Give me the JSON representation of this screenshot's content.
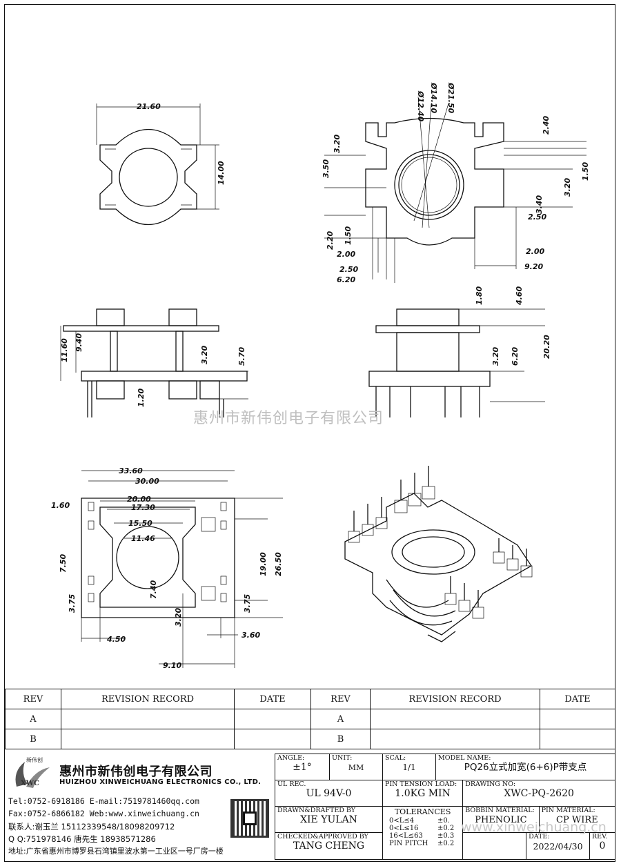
{
  "watermark": "惠州市新伟创电子有限公司",
  "site_watermark": "www.xinweichuang.cn",
  "dimensions": {
    "top_left": [
      "21.60",
      "14.00"
    ],
    "top_right": [
      "Ø12.40",
      "Ø14.10",
      "Ø21.50",
      "2.40",
      "3.50",
      "3.20",
      "1.50",
      "3.20",
      "3.40",
      "2.50",
      "2.20",
      "1.50",
      "2.00",
      "2.00",
      "2.50",
      "6.20",
      "9.20"
    ],
    "mid_left": [
      "11.60",
      "9.40",
      "3.20",
      "5.70",
      "1.20"
    ],
    "mid_right": [
      "1.80",
      "4.60",
      "3.20",
      "6.20",
      "20.20"
    ],
    "bottom_left": [
      "33.60",
      "30.00",
      "20.00",
      "17.30",
      "15.50",
      "11.46",
      "1.60",
      "7.50",
      "19.00",
      "26.50",
      "7.40",
      "3.75",
      "3.75",
      "3.20",
      "4.50",
      "3.60",
      "9.10"
    ]
  },
  "revision_table": {
    "headers": [
      "REV",
      "REVISION RECORD",
      "DATE",
      "REV",
      "REVISION RECORD",
      "DATE"
    ],
    "rows": [
      [
        "A",
        "",
        "",
        "A",
        "",
        ""
      ],
      [
        "B",
        "",
        "",
        "B",
        "",
        ""
      ]
    ]
  },
  "company": {
    "logo_top": "新伟创",
    "logo_text": "XWC",
    "name_cn": "惠州市新伟创电子有限公司",
    "name_en": "HUIZHOU XINWEICHUANG ELECTRONICS CO., LTD.",
    "tel_line": "Tel:0752-6918186 E-mail:7519781460qq.com",
    "fax_line": "Fax:0752-6866182 Web:www.xinweichuang.cn",
    "contact_line": "联系人:谢玉兰 15112339548/18098209712",
    "qq_line": "Q Q:751978146    唐先生 18938571286",
    "address": "地址:广东省惠州市博罗县石湾镇里波水第一工业区一号厂房一楼"
  },
  "title_block": {
    "angle_label": "ANGLE:",
    "angle_value": "±1°",
    "unit_label": "UNIT:",
    "unit_value": "MM",
    "scal_label": "SCAL:",
    "scal_value": "1/1",
    "model_label": "MODEL NAME:",
    "model_value": "PQ26立式加宽(6+6)P带支点",
    "ul_label": "UL REC.",
    "ul_value": "UL 94V-0",
    "pin_tension_label": "PIN TENSION LOAD:",
    "pin_tension_value": "1.0KG MIN",
    "drawing_no_label": "DRAWING NO:",
    "drawing_no_value": "XWC-PQ-2620",
    "drawn_label": "DRAWN&DRAFTED BY",
    "drawn_value": "XIE YULAN",
    "tolerances_label": "TOLERANCES",
    "tol_rows": [
      [
        "0<L≤4",
        "±0."
      ],
      [
        "0<L≤16",
        "±0.2"
      ],
      [
        "16<L≤63",
        "±0.3"
      ],
      [
        "PIN PITCH",
        "±0.2"
      ]
    ],
    "bobbin_label": "BOBBIN MATERIAL:",
    "bobbin_value": "PHENOLIC",
    "pin_mat_label": "PIN MATERIAL:",
    "pin_mat_value": "CP WIRE",
    "checked_label": "CHECKED&APPROVED BY",
    "checked_value": "TANG CHENG",
    "date_label": "DATE:",
    "date_value": "2022/04/30",
    "rev_label": "REV.",
    "rev_value": "0"
  }
}
